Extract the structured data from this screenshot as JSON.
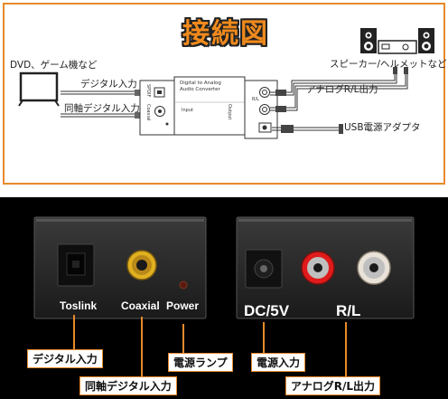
{
  "diagram": {
    "title": "接続図",
    "source_device": "DVD、ゲーム機など",
    "digital_input": "デジタル入力",
    "coaxial_input": "同軸デジタル入力",
    "converter_name_line1": "Digital to Analog",
    "converter_name_line2": "Audio Converter",
    "converter_left_port1": "SPDIF",
    "converter_left_port2": "Coaxial",
    "converter_left_face": "Input",
    "converter_right_face": "Output",
    "converter_right_port": "R/L",
    "speaker_device": "スピーカー/ヘルメットなど",
    "analog_output": "アナログR/L出力",
    "usb_power": "USB電源アダプタ"
  },
  "photo": {
    "toslink_port": "Toslink",
    "coaxial_port": "Coaxial",
    "power_port": "Power",
    "dc_port": "DC/5V",
    "rl_port": "R/L"
  },
  "callouts": {
    "digital_input": "デジタル入力",
    "coaxial_input": "同軸デジタル入力",
    "power_lamp": "電源ランプ",
    "power_input": "電源入力",
    "analog_output": "アナログR/L出力"
  },
  "colors": {
    "accent_orange": "#e8892b",
    "title_orange": "#f08a1c",
    "rca_red": "#e01a1a",
    "rca_gold": "#e0b020"
  }
}
